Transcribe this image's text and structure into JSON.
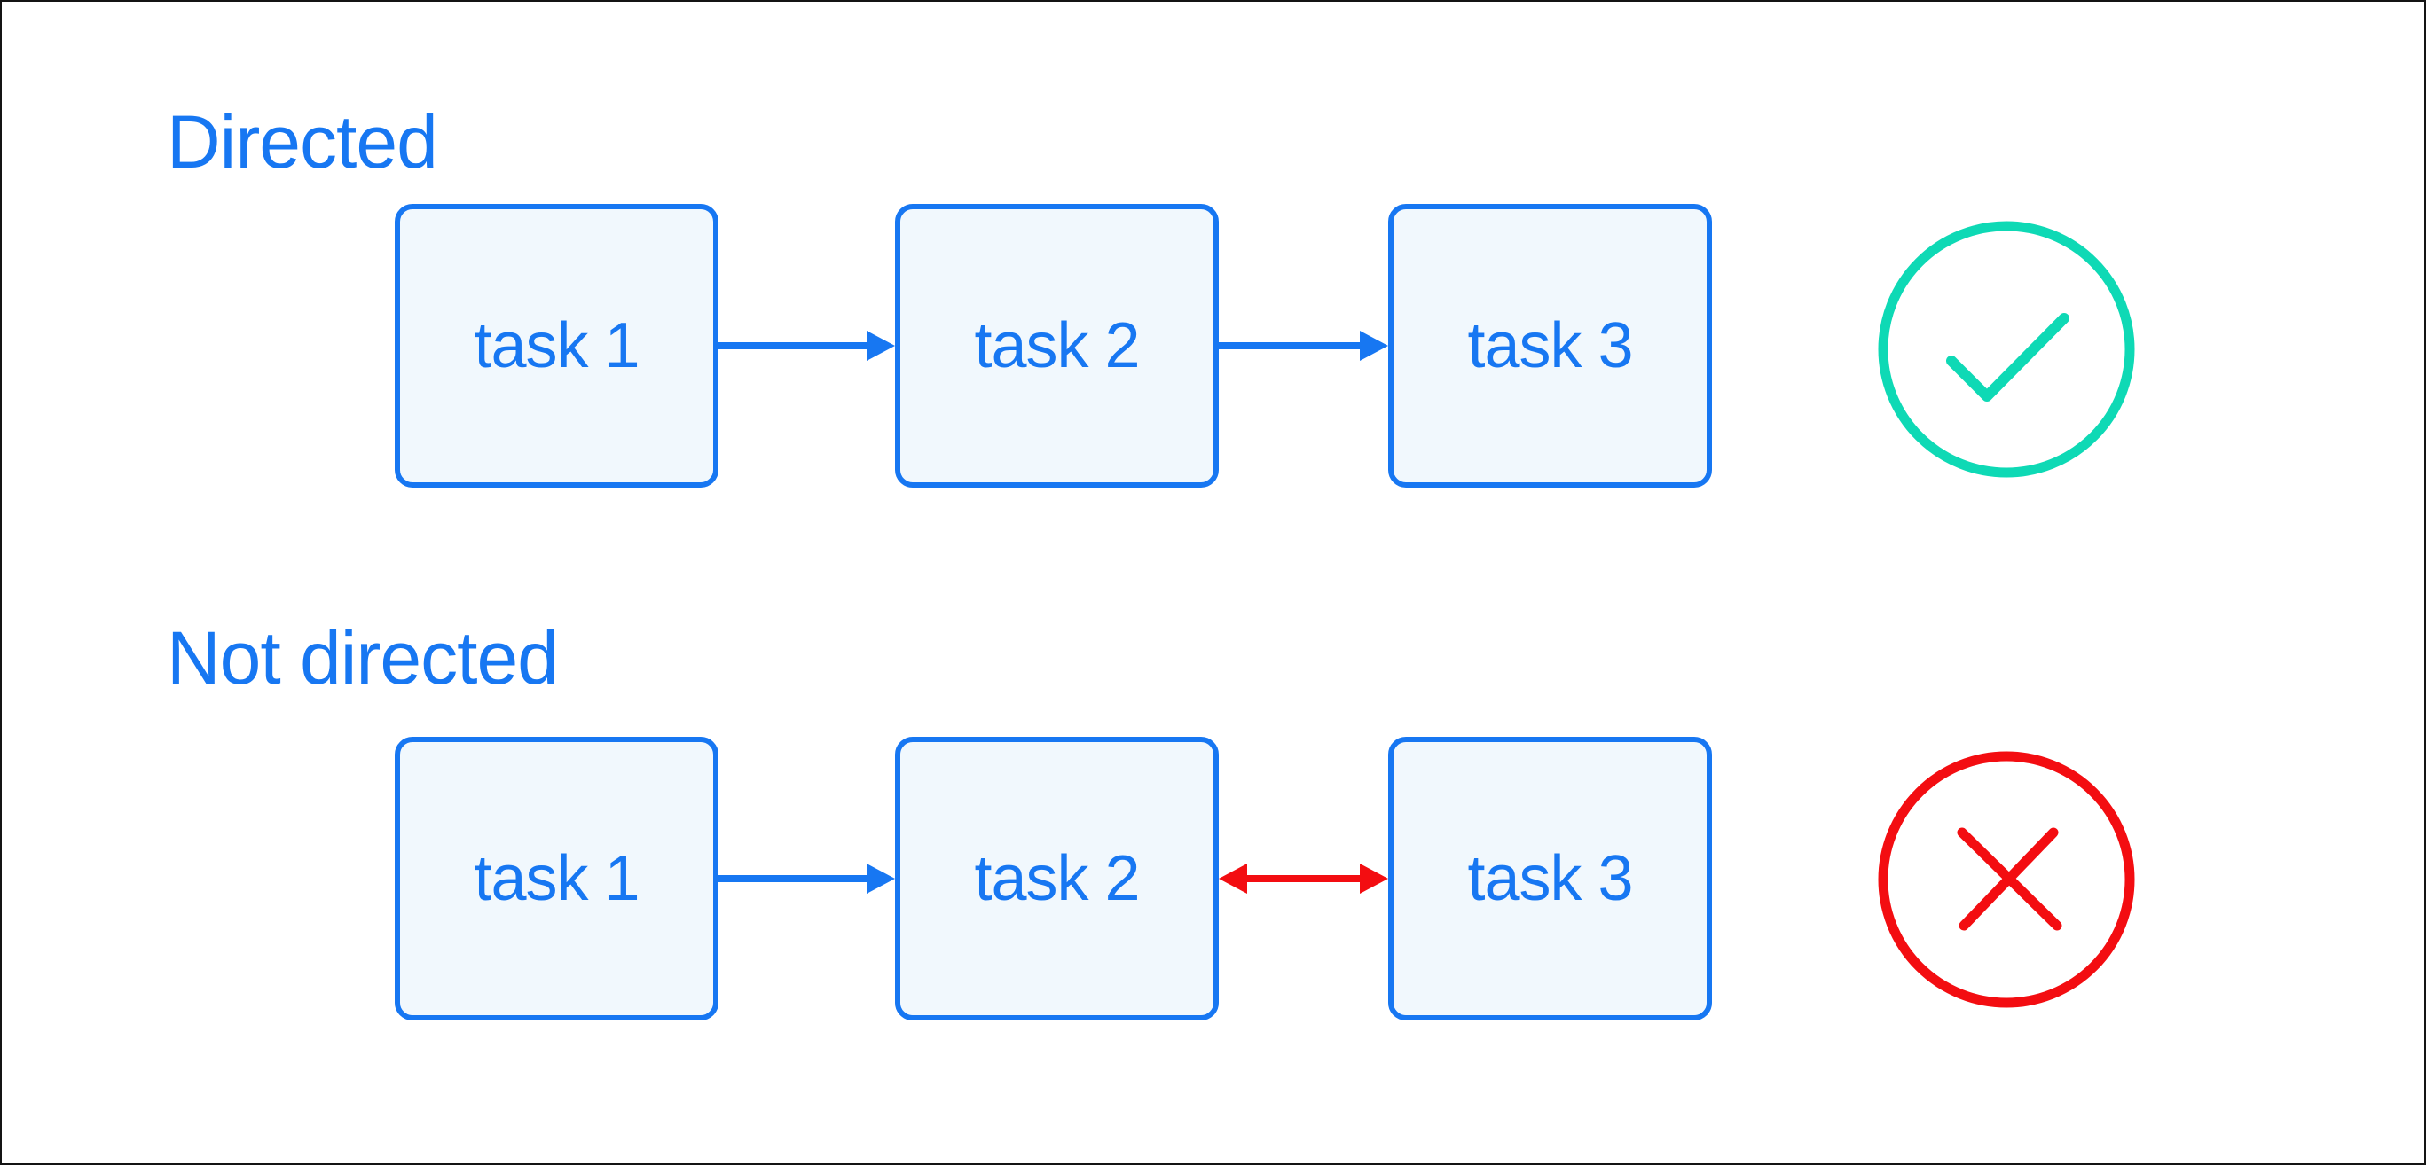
{
  "colors": {
    "blue": "#1777f2",
    "box_fill": "#f1f8fd",
    "teal": "#0ed9b5",
    "red": "#f30d11",
    "frame": "#141414",
    "background": "#ffffff"
  },
  "sections": [
    {
      "title": "Directed",
      "nodes": [
        {
          "label": "task 1"
        },
        {
          "label": "task 2"
        },
        {
          "label": "task 3"
        }
      ],
      "edges": [
        {
          "from": "task 1",
          "to": "task 2",
          "type": "directed",
          "color": "blue"
        },
        {
          "from": "task 2",
          "to": "task 3",
          "type": "directed",
          "color": "blue"
        }
      ],
      "status": "valid",
      "status_icon": "check-circle"
    },
    {
      "title": "Not directed",
      "nodes": [
        {
          "label": "task 1"
        },
        {
          "label": "task 2"
        },
        {
          "label": "task 3"
        }
      ],
      "edges": [
        {
          "from": "task 1",
          "to": "task 2",
          "type": "directed",
          "color": "blue"
        },
        {
          "from": "task 2",
          "to": "task 3",
          "type": "bidirectional",
          "color": "red"
        }
      ],
      "status": "invalid",
      "status_icon": "cross-circle"
    }
  ]
}
